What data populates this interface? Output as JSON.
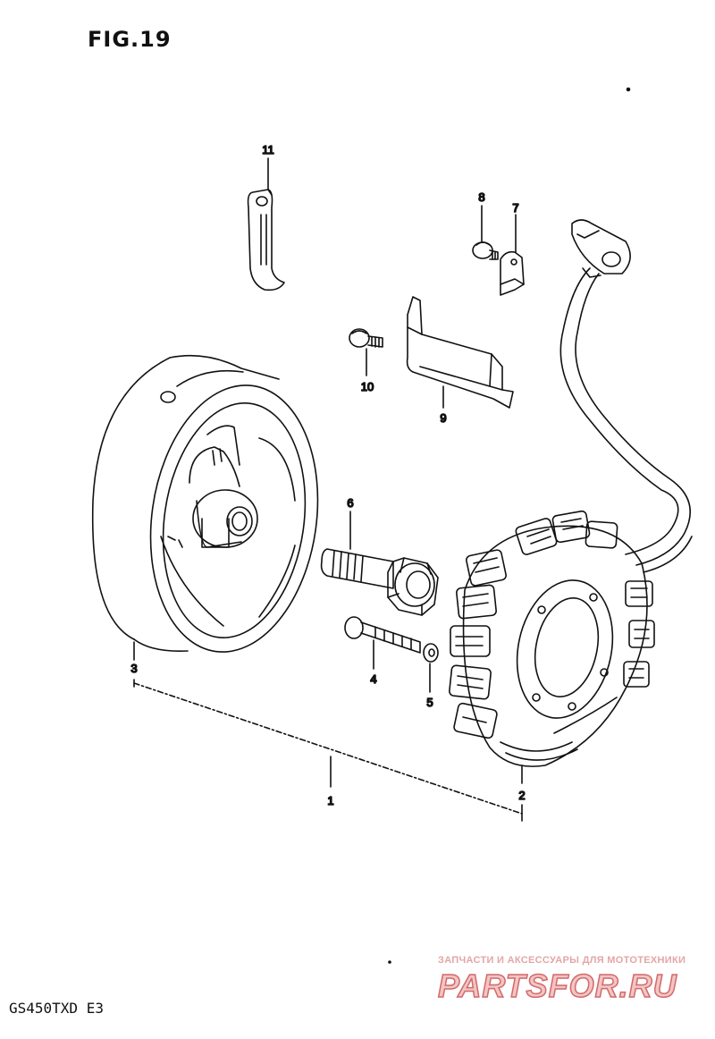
{
  "figure": {
    "title": "FIG.19",
    "model_code": "GS450TXD E3"
  },
  "callouts": {
    "c1": "1",
    "c2": "2",
    "c3": "3",
    "c4": "4",
    "c5": "5",
    "c6": "6",
    "c7": "7",
    "c8": "8",
    "c9": "9",
    "c10": "10",
    "c11": "11"
  },
  "watermark": {
    "tagline": "ЗАПЧАСТИ И АКСЕССУАРЫ ДЛЯ МОТОТЕХНИКИ",
    "logo": "PARTSFOR.RU",
    "color": "#d06a6a"
  }
}
